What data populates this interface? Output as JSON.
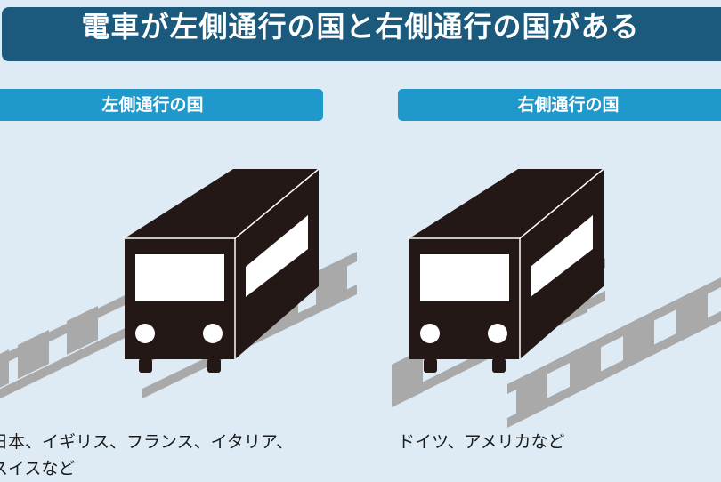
{
  "title": "電車が左側通行の国と右側通行の国がある",
  "panels": {
    "left": {
      "header": "左側通行の国",
      "countries_line1": "日本、イギリス、フランス、イタリア、",
      "countries_line2": "スイスなど"
    },
    "right": {
      "header": "右側通行の国",
      "countries_line1": "ドイツ、アメリカなど"
    }
  },
  "colors": {
    "background": "#deebf5",
    "title_banner": "#1b5a7d",
    "panel_header": "#1f99cc",
    "train_body": "#231815",
    "rail": "#a9a9a9",
    "window": "#ffffff"
  },
  "icons": {
    "train": "train-icon",
    "railway_track": "railway-track-icon"
  }
}
